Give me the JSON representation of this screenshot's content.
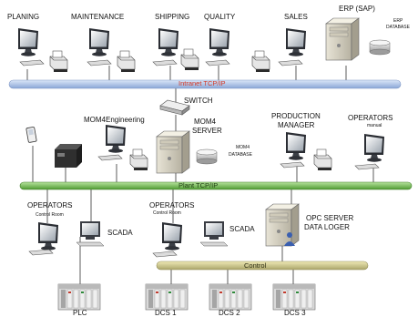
{
  "labels": {
    "planing": "PLANING",
    "maintenance": "MAINTENANCE",
    "shipping": "SHIPPING",
    "quality": "QUALITY",
    "sales": "SALES",
    "erp": "ERP (SAP)",
    "erp_db_1": "ERP",
    "erp_db_2": "DATABASE",
    "switch": "SWITCH",
    "mom4eng": "MOM4Engineering",
    "mom4_1": "MOM4",
    "mom4_2": "SERVER",
    "mom4db_1": "MOM4",
    "mom4db_2": "DATABASE",
    "prodmgr_1": "PRODUCTION",
    "prodmgr_2": "MANAGER",
    "operators_top": "OPERATORS",
    "operators_top_sub": "manual",
    "operators_left": "OPERATORS",
    "control_room_left": "Control Room",
    "scada_left": "SCADA",
    "operators_mid": "OPERATORS",
    "control_room_mid": "Control Room",
    "scada_mid": "SCADA",
    "opc_1": "OPC SERVER",
    "opc_2": "DATA LOGER",
    "plc": "PLC",
    "dcs1": "DCS 1",
    "dcs2": "DCS 2",
    "dcs3": "DCS 3"
  },
  "buses": {
    "intranet": "Intranet TCP/IP",
    "plant": "Plant TCP/IP",
    "control": "Control"
  },
  "colors": {
    "intranet_bus": "#a9bfe6",
    "intranet_text": "#d13b2a",
    "plant_bus": "#7fc35a",
    "control_bus": "#c7c285"
  },
  "icons": [
    "monitor-icon",
    "printer-icon",
    "server-icon",
    "database-icon",
    "switch-icon",
    "label-printer-icon",
    "handheld-icon",
    "user-icon",
    "plc-rack-icon"
  ]
}
